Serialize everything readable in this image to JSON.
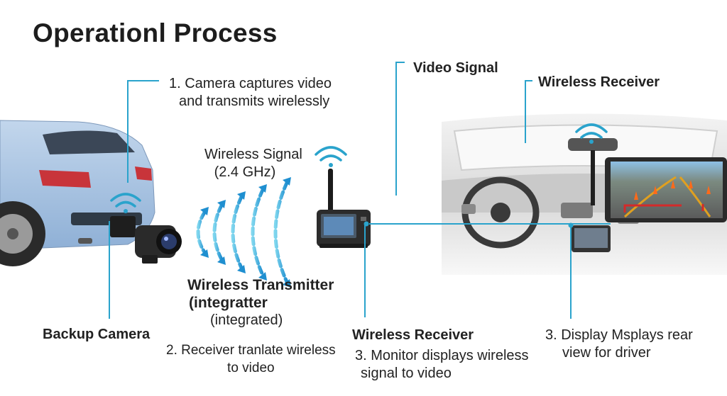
{
  "title": "Operationl Process",
  "step1": {
    "line1": "1. Camera captures video",
    "line2": "and transmits wirelessly"
  },
  "video_signal": "Video Signal",
  "wireless_receiver_top": "Wireless Receiver",
  "wireless_signal": {
    "line1": "Wireless Signal",
    "line2": "(2.4 GHz)"
  },
  "transmitter": {
    "line1": "Wireless Transmitter",
    "line2": "(integratter",
    "line3": "(integrated)"
  },
  "backup_camera": "Backup Camera",
  "step2": {
    "line1": "2. Receiver tranlate wireless",
    "line2": "to video"
  },
  "wireless_receiver_bottom": "Wireless Receiver",
  "step3a": {
    "line1": "3. Monitor displays wireless",
    "line2": "signal to video"
  },
  "step3b": {
    "line1": "3. Display Msplays rear",
    "line2": "view for driver"
  },
  "colors": {
    "accent": "#2aa3cc",
    "car_body": "#aac4e0",
    "taillight": "#d33a3a",
    "dark": "#222222"
  }
}
